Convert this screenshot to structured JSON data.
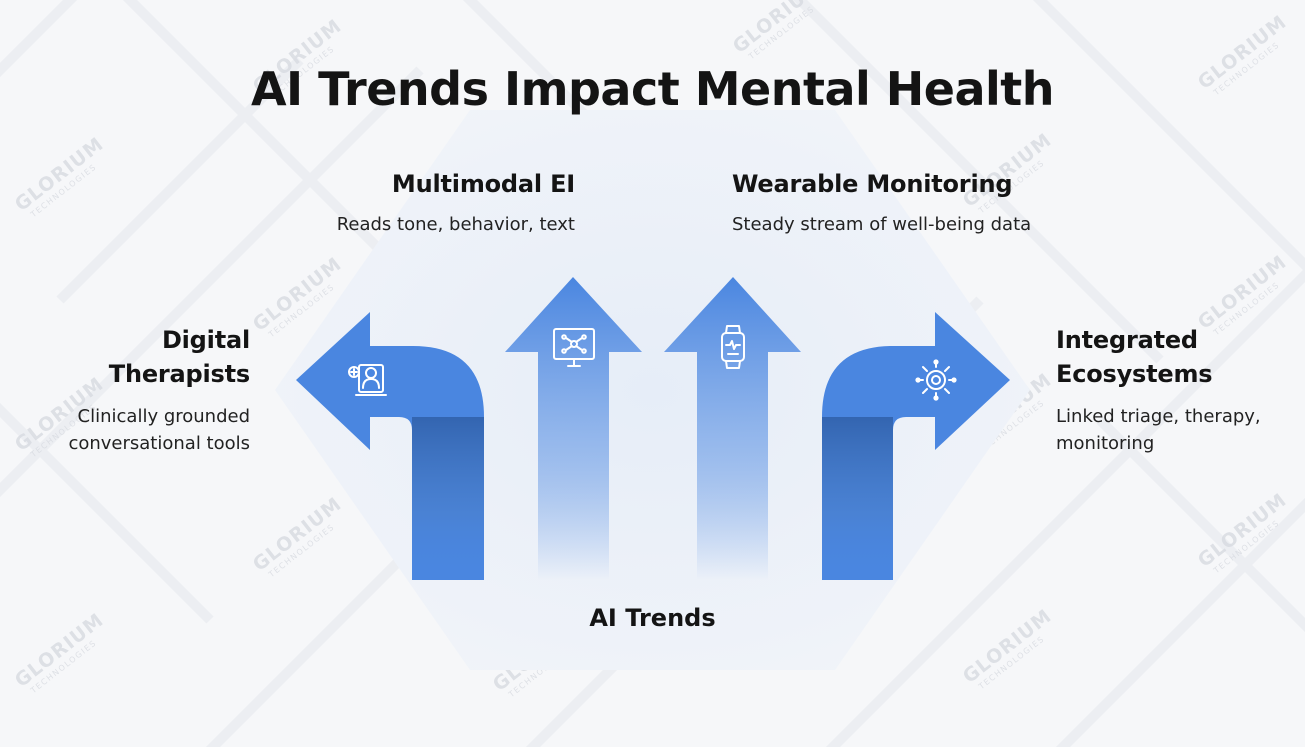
{
  "title": "AI Trends Impact Mental Health",
  "center_label": "AI Trends",
  "watermark": {
    "name": "GLORIUM",
    "tagline": "TECHNOLOGIES"
  },
  "colors": {
    "arrow": "#4a86e0",
    "arrow_light": "#6ea0ea",
    "hexagon": "#eaf0f9"
  },
  "trends": [
    {
      "id": "digital-therapists",
      "title_lines": [
        "Digital",
        "Therapists"
      ],
      "desc_lines": [
        "Clinically grounded",
        "conversational tools"
      ],
      "icon": "doctor-laptop-icon"
    },
    {
      "id": "multimodal-ei",
      "title_lines": [
        "Multimodal EI"
      ],
      "desc_lines": [
        "Reads tone, behavior, text"
      ],
      "icon": "monitor-network-icon"
    },
    {
      "id": "wearable-monitoring",
      "title_lines": [
        "Wearable Monitoring"
      ],
      "desc_lines": [
        "Steady stream of well-being data"
      ],
      "icon": "smartwatch-icon"
    },
    {
      "id": "integrated-ecosystems",
      "title_lines": [
        "Integrated",
        "Ecosystems"
      ],
      "desc_lines": [
        "Linked triage, therapy,",
        "monitoring"
      ],
      "icon": "gear-network-icon"
    }
  ]
}
